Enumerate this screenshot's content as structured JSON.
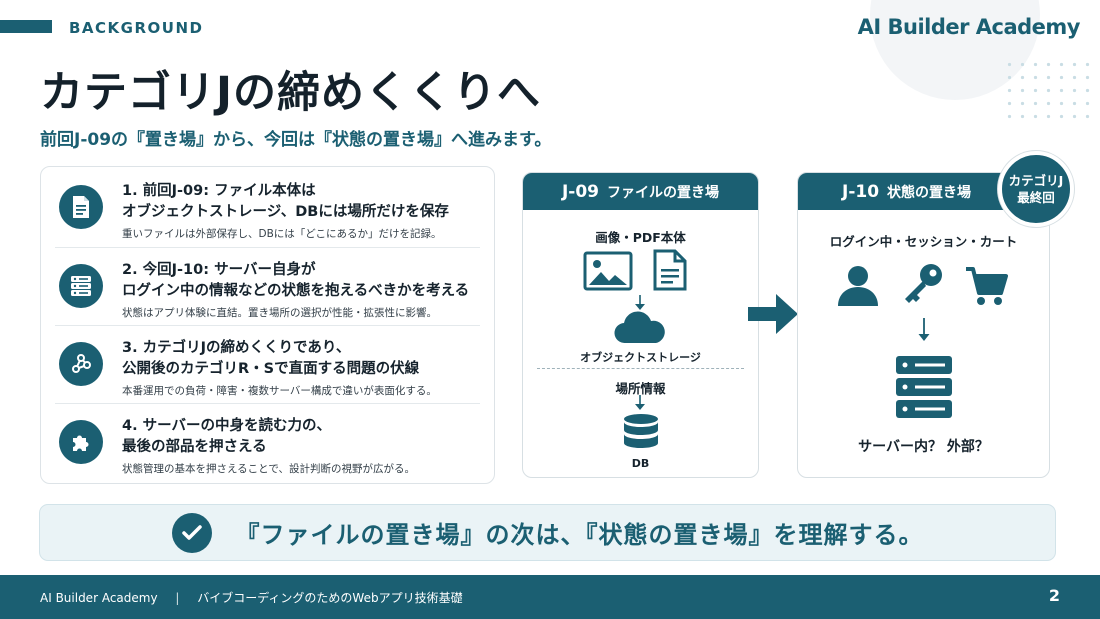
{
  "header": {
    "section_label": "BACKGROUND",
    "brand": "AI Builder Academy"
  },
  "title": "カテゴリJの締めくくりへ",
  "subtitle": "前回J-09の『置き場』から、今回は『状態の置き場』へ進みます。",
  "list": [
    {
      "icon": "document-icon",
      "heading_line1": "1. 前回J-09: ファイル本体は",
      "heading_line2": "オブジェクトストレージ、DBには場所だけを保存",
      "description": "重いファイルは外部保存し、DBには「どこにあるか」だけを記録。"
    },
    {
      "icon": "server-icon",
      "heading_line1": "2. 今回J-10: サーバー自身が",
      "heading_line2": "ログイン中の情報などの状態を抱えるべきかを考える",
      "description": "状態はアプリ体験に直結。置き場所の選択が性能・拡張性に影響。"
    },
    {
      "icon": "graph-nodes-icon",
      "heading_line1": "3. カテゴリJの締めくくりであり、",
      "heading_line2": "公開後のカテゴリR・Sで直面する問題の伏線",
      "description": "本番運用での負荷・障害・複数サーバー構成で違いが表面化する。"
    },
    {
      "icon": "puzzle-piece-icon",
      "heading_line1": "4. サーバーの中身を読む力の、",
      "heading_line2": "最後の部品を押さえる",
      "description": "状態管理の基本を押さえることで、設計判断の視野が広がる。"
    }
  ],
  "panel_left": {
    "code": "J-09",
    "name": "ファイルの置き場",
    "top_label": "画像・PDF本体",
    "storage_label": "オブジェクトストレージ",
    "location_label": "場所情報",
    "db_label": "DB"
  },
  "panel_right": {
    "code": "J-10",
    "name": "状態の置き場",
    "top_label": "ログイン中・セッション・カート",
    "question": "サーバー内？ 外部？"
  },
  "badge": {
    "line1": "カテゴリJ",
    "line2": "最終回"
  },
  "summary": "『ファイルの置き場』の次は、『状態の置き場』を理解する。",
  "footer": {
    "brand": "AI Builder Academy",
    "separator": "|",
    "course": "バイブコーディングのためのWebアプリ技術基礎",
    "page": "2"
  },
  "colors": {
    "accent": "#1b5f72",
    "text": "#16232d",
    "summary_bg": "#eaf3f6"
  }
}
